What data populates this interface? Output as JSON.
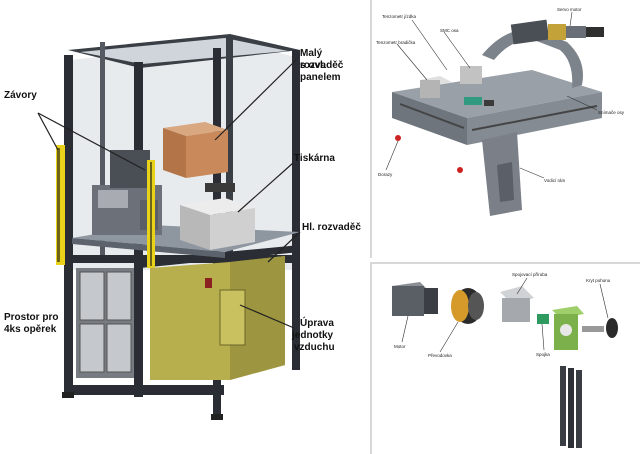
{
  "main_labels": {
    "zavory": "Závory",
    "maly_rozvadec_1": "Malý rozvaděč",
    "maly_rozvadec_2": "s ovl. panelem",
    "tiskarna": "Tiskárna",
    "hl_rozvadec": "Hl. rozvaděč",
    "prostor_1": "Prostor pro",
    "prostor_2": "4ks opěrek",
    "uprava_1": "Úprava",
    "uprava_2": "jednotky",
    "uprava_3": "vzduchu"
  },
  "top_right_labels": {
    "tenzometr_jizdnka": "Tenzometr jízdka",
    "tenzometr_bradicka": "Tenzometr bradička",
    "smc_osa": "SMC osa",
    "servo_motor": "Servo motor",
    "snimaci_osy": "Snímače osy",
    "vodici_ram": "Vodicí rám",
    "doraz": "Dorazy"
  },
  "bottom_right_labels": {
    "spojkova_prilruba": "Spojovací příruba",
    "kryt_pohonu": "Kryt pohonu",
    "motor": "Motor",
    "prevodovka": "Převodovka",
    "spojka": "Spojka"
  },
  "colors": {
    "frame": "#2a2d33",
    "light_curtain": "#e8d21a",
    "cabinet_orange": "#c9895a",
    "cabinet_olive": "#b7ae4e",
    "printer": "#d0d0d0"
  }
}
